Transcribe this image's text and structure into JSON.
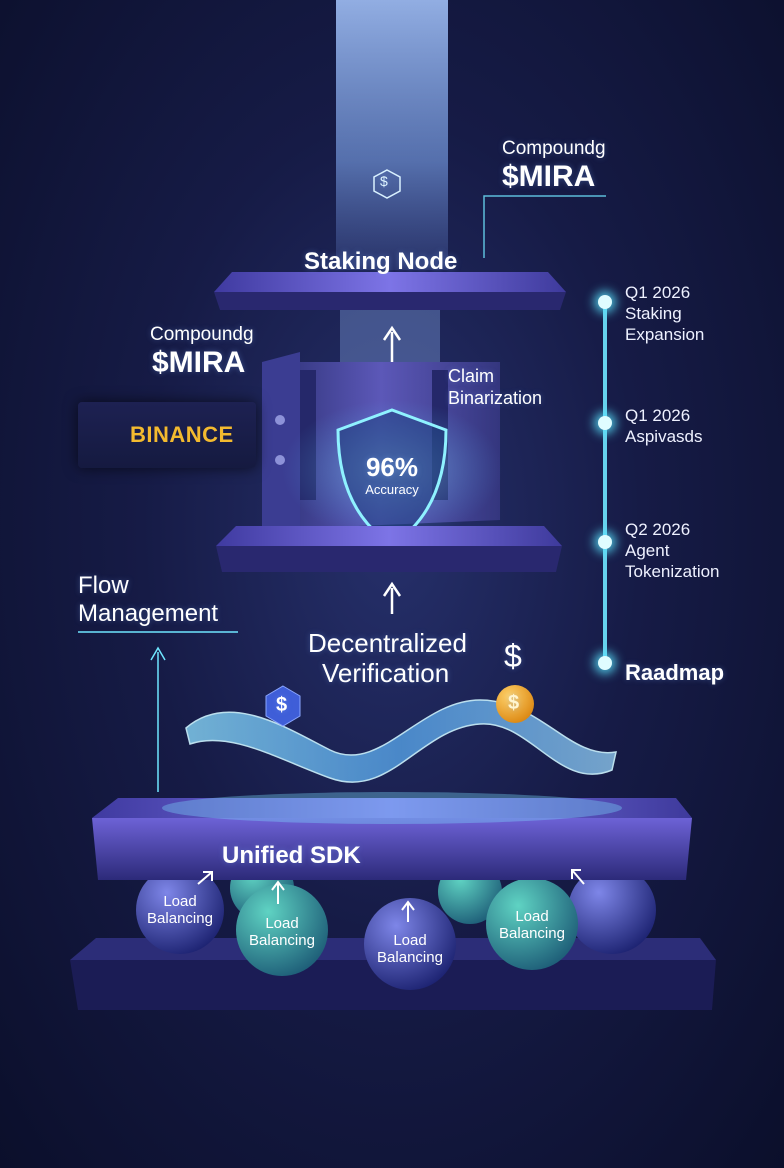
{
  "top_label": {
    "line1": "Compoundg",
    "line2": "$MIRA"
  },
  "staking_node": "Staking Node",
  "left_label": {
    "line1": "Compoundg",
    "line2": "$MIRA"
  },
  "claim": {
    "line1": "Claim",
    "line2": "Binarization"
  },
  "shield": {
    "value": "96%",
    "caption": "Accuracy"
  },
  "binance": {
    "text": "BINANCE"
  },
  "flow_management": {
    "line1": "Flow",
    "line2": "Management"
  },
  "decentralized": {
    "line1": "Decentralized",
    "line2": "Verification"
  },
  "unified_sdk": "Unified SDK",
  "load_balancing": [
    {
      "line1": "Load",
      "line2": "Balancing"
    },
    {
      "line1": "Load",
      "line2": "Balancing"
    },
    {
      "line1": "Load",
      "line2": "Balancing"
    },
    {
      "line1": "Load",
      "line2": "Balancing"
    }
  ],
  "roadmap": {
    "items": [
      {
        "quarter": "Q1 2026",
        "line1": "Staking",
        "line2": "Expansion"
      },
      {
        "quarter": "Q1 2026",
        "line1": "Aspivasds",
        "line2": ""
      },
      {
        "quarter": "Q2 2026",
        "line1": "Agent",
        "line2": "Tokenization"
      }
    ],
    "title": "Raadmap"
  },
  "icons": {
    "dollar_symbol": "$",
    "dollar_hex": "$",
    "dollar_coin": "$",
    "dollar_float": "$"
  },
  "colors": {
    "accent_cyan": "#6fe6ff",
    "platform_purple": "#5a4fc0",
    "coin_gold": "#f0a81c",
    "binance_yellow": "#f3ba2f"
  }
}
